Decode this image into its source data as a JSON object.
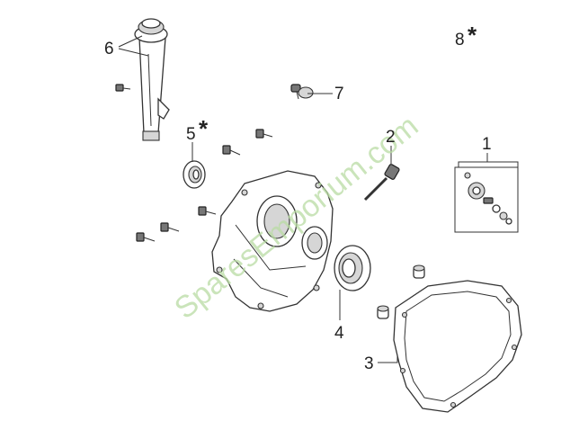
{
  "callouts": [
    {
      "id": "1",
      "label": "1",
      "starred": false
    },
    {
      "id": "2",
      "label": "2",
      "starred": false
    },
    {
      "id": "3",
      "label": "3",
      "starred": false
    },
    {
      "id": "4",
      "label": "4",
      "starred": false
    },
    {
      "id": "5",
      "label": "5",
      "starred": true
    },
    {
      "id": "6",
      "label": "6",
      "starred": false
    },
    {
      "id": "7",
      "label": "7",
      "starred": false
    },
    {
      "id": "8",
      "label": "8",
      "starred": true
    }
  ],
  "star_symbol": "*",
  "watermark": "SparesEmporium.com",
  "colors": {
    "line": "#333333",
    "watermark": "#b9dca4",
    "background": "#ffffff"
  }
}
